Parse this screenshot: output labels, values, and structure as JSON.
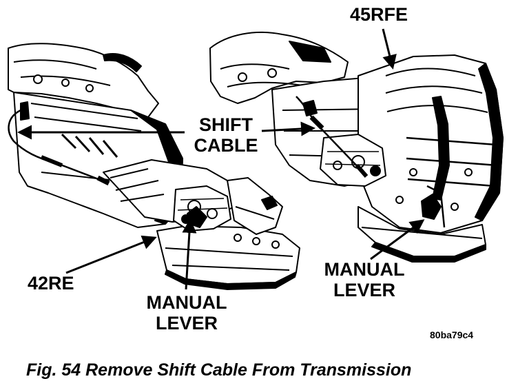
{
  "figure": {
    "caption": "Fig. 54 Remove Shift Cable From Transmission",
    "code": "80ba79c4"
  },
  "labels": {
    "transmission_45rfe": "45RFE",
    "transmission_42re": "42RE",
    "shift_line1": "SHIFT",
    "shift_line2": "CABLE",
    "lever_left_line1": "MANUAL",
    "lever_left_line2": "LEVER",
    "lever_right_line1": "MANUAL",
    "lever_right_line2": "LEVER"
  },
  "colors": {
    "ink": "#000000",
    "paper": "#ffffff"
  }
}
